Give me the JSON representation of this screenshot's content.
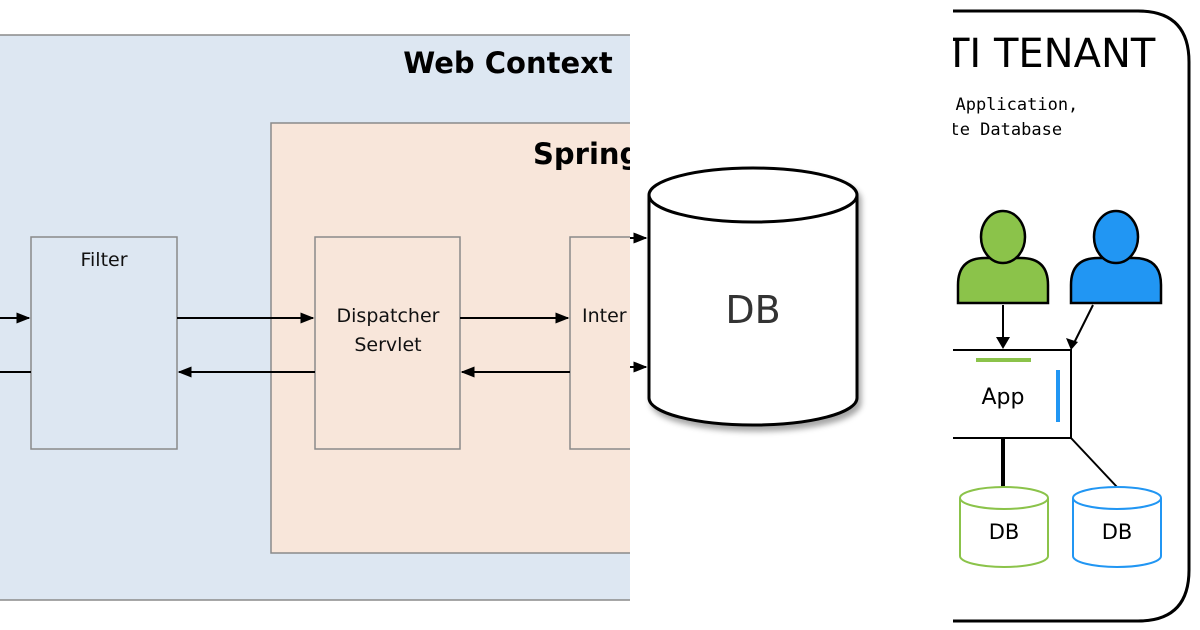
{
  "web_context": {
    "title": "Web Context",
    "spring_label": "Spring",
    "filter_label": "Filter",
    "dispatcher_line1": "Dispatcher",
    "dispatcher_line2": "Servlet",
    "interceptor_label": "Inter"
  },
  "database": {
    "label": "DB"
  },
  "multi_tenant": {
    "title": "TI TENANT",
    "subtitle_line1": "e Application,",
    "subtitle_line2": "rate Database",
    "app_label": "App",
    "db_left": "DB",
    "db_right": "DB",
    "colors": {
      "green": "#8bc34a",
      "blue": "#2196f3"
    }
  },
  "colors": {
    "web_context_bg": "#dde7f2",
    "spring_bg": "#f8e6da"
  }
}
